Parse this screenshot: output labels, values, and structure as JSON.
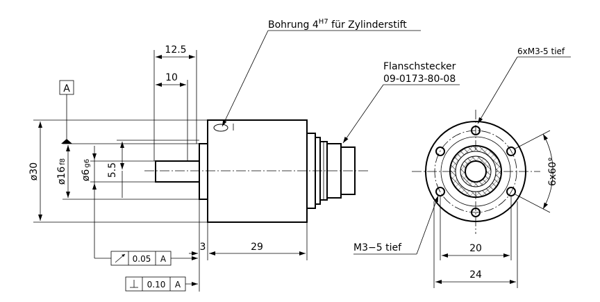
{
  "drawing": {
    "callout_bore": {
      "prefix": "Bohrung 4",
      "sup": "H7",
      "suffix": " für Zylinderstift"
    },
    "callout_connector": {
      "line1": "Flanschstecker",
      "line2": "09-0173-80-08"
    },
    "callout_thread_top": "6xM3-5 tief",
    "callout_thread_bottom": "M3−5 tief",
    "datum": "A",
    "dims": {
      "d30": "ø30",
      "d16_base": "ø16",
      "d16_tol": "f8",
      "d6_base": "ø6",
      "d6_tol": "g6",
      "d5_5": "5.5",
      "len_12_5": "12.5",
      "len_10": "10",
      "len_3": "3",
      "len_29": "29",
      "flange_20": "20",
      "flange_24": "24",
      "angle": "6x60°"
    },
    "tol_runout": {
      "symbol": "↗",
      "value": "0.05",
      "datum": "A"
    },
    "tol_perp": {
      "symbol": "⊥",
      "value": "0.10",
      "datum": "A"
    }
  }
}
